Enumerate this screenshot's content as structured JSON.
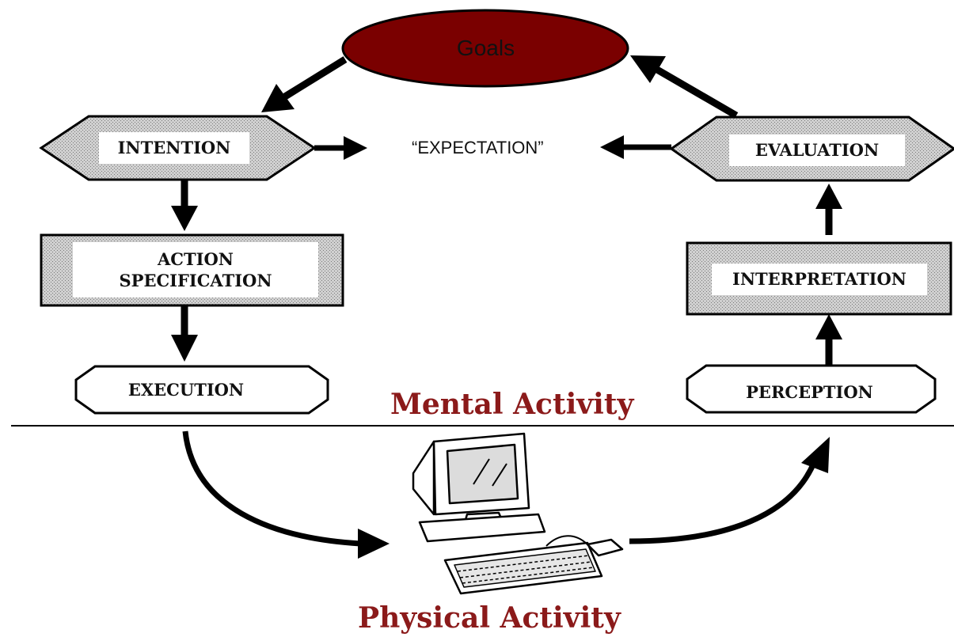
{
  "goals": {
    "label": "Goals",
    "fill": "#7a0000"
  },
  "left_column": {
    "intention": "INTENTION",
    "action_specification_line1": "ACTION",
    "action_specification_line2": "SPECIFICATION",
    "execution": "EXECUTION"
  },
  "right_column": {
    "evaluation": "EVALUATION",
    "interpretation": "INTERPRETATION",
    "perception": "PERCEPTION"
  },
  "expectation": "“EXPECTATION”",
  "mental_activity": "Mental Activity",
  "physical_activity": "Physical Activity",
  "colors": {
    "accent": "#8b1a1a",
    "shape_fill": "#c8c8c8",
    "ink": "#000000"
  }
}
